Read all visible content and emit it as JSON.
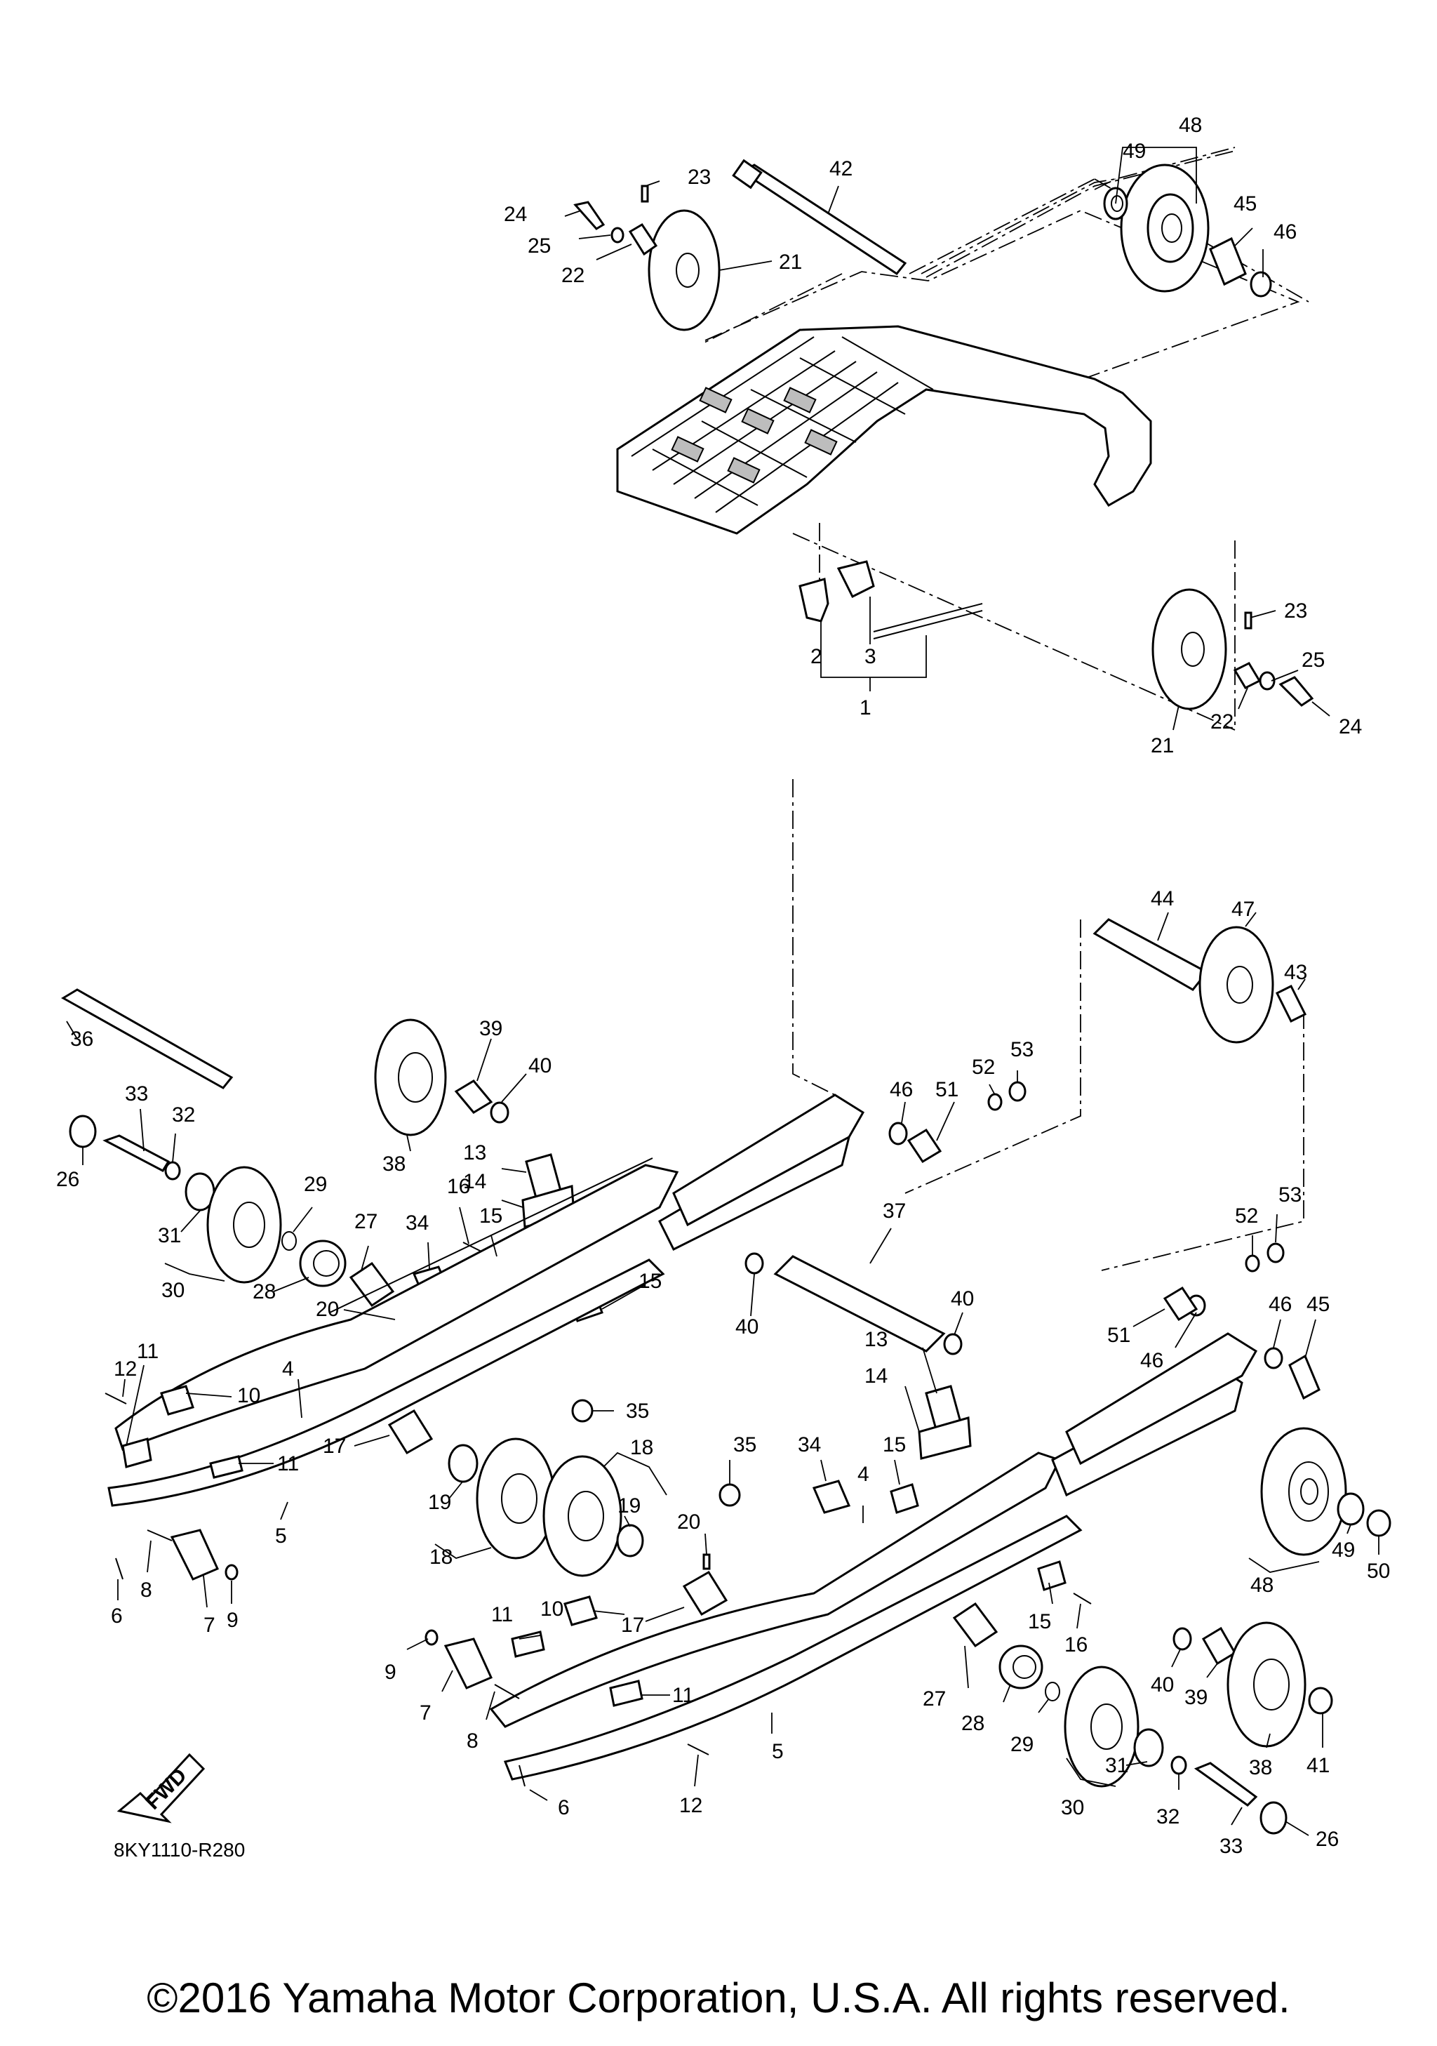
{
  "diagram": {
    "drawing_code": "8KY1110-R280",
    "copyright": "©2016 Yamaha Motor Corporation, U.S.A. All rights reserved.",
    "fwd_arrow_label": "FWD",
    "callouts": [
      {
        "id": "c48a",
        "text": "48"
      },
      {
        "id": "c49a",
        "text": "49"
      },
      {
        "id": "c45a",
        "text": "45"
      },
      {
        "id": "c46a",
        "text": "46"
      },
      {
        "id": "c42",
        "text": "42"
      },
      {
        "id": "c23a",
        "text": "23"
      },
      {
        "id": "c24a",
        "text": "24"
      },
      {
        "id": "c25a",
        "text": "25"
      },
      {
        "id": "c22a",
        "text": "22"
      },
      {
        "id": "c21a",
        "text": "21"
      },
      {
        "id": "c2",
        "text": "2"
      },
      {
        "id": "c3",
        "text": "3"
      },
      {
        "id": "c1",
        "text": "1"
      },
      {
        "id": "c23b",
        "text": "23"
      },
      {
        "id": "c25b",
        "text": "25"
      },
      {
        "id": "c24b",
        "text": "24"
      },
      {
        "id": "c22b",
        "text": "22"
      },
      {
        "id": "c21b",
        "text": "21"
      },
      {
        "id": "c44",
        "text": "44"
      },
      {
        "id": "c47",
        "text": "47"
      },
      {
        "id": "c43",
        "text": "43"
      },
      {
        "id": "c36",
        "text": "36"
      },
      {
        "id": "c39a",
        "text": "39"
      },
      {
        "id": "c40a",
        "text": "40"
      },
      {
        "id": "c38a",
        "text": "38"
      },
      {
        "id": "c46b",
        "text": "46"
      },
      {
        "id": "c51a",
        "text": "51"
      },
      {
        "id": "c52a",
        "text": "52"
      },
      {
        "id": "c53a",
        "text": "53"
      },
      {
        "id": "c33a",
        "text": "33"
      },
      {
        "id": "c32a",
        "text": "32"
      },
      {
        "id": "c26a",
        "text": "26"
      },
      {
        "id": "c31a",
        "text": "31"
      },
      {
        "id": "c30a",
        "text": "30"
      },
      {
        "id": "c29a",
        "text": "29"
      },
      {
        "id": "c28a",
        "text": "28"
      },
      {
        "id": "c27a",
        "text": "27"
      },
      {
        "id": "c13a",
        "text": "13"
      },
      {
        "id": "c14a",
        "text": "14"
      },
      {
        "id": "c16a",
        "text": "16"
      },
      {
        "id": "c15a",
        "text": "15"
      },
      {
        "id": "c34a",
        "text": "34"
      },
      {
        "id": "c15b",
        "text": "15"
      },
      {
        "id": "c20a",
        "text": "20"
      },
      {
        "id": "c37",
        "text": "37"
      },
      {
        "id": "c40b",
        "text": "40"
      },
      {
        "id": "c40c",
        "text": "40"
      },
      {
        "id": "c52b",
        "text": "52"
      },
      {
        "id": "c53b",
        "text": "53"
      },
      {
        "id": "c51b",
        "text": "51"
      },
      {
        "id": "c46c",
        "text": "46"
      },
      {
        "id": "c46d",
        "text": "46"
      },
      {
        "id": "c45b",
        "text": "45"
      },
      {
        "id": "c12a",
        "text": "12"
      },
      {
        "id": "c11a",
        "text": "11"
      },
      {
        "id": "c10a",
        "text": "10"
      },
      {
        "id": "c4a",
        "text": "4"
      },
      {
        "id": "c35a",
        "text": "35"
      },
      {
        "id": "c17a",
        "text": "17"
      },
      {
        "id": "c11b",
        "text": "11"
      },
      {
        "id": "c5a",
        "text": "5"
      },
      {
        "id": "c13b",
        "text": "13"
      },
      {
        "id": "c14b",
        "text": "14"
      },
      {
        "id": "c19a",
        "text": "19"
      },
      {
        "id": "c18a",
        "text": "18"
      },
      {
        "id": "c18b",
        "text": "18"
      },
      {
        "id": "c19b",
        "text": "19"
      },
      {
        "id": "c35b",
        "text": "35"
      },
      {
        "id": "c34b",
        "text": "34"
      },
      {
        "id": "c15c",
        "text": "15"
      },
      {
        "id": "c4b",
        "text": "4"
      },
      {
        "id": "c20b",
        "text": "20"
      },
      {
        "id": "c48b",
        "text": "48"
      },
      {
        "id": "c49b",
        "text": "49"
      },
      {
        "id": "c50",
        "text": "50"
      },
      {
        "id": "c6a",
        "text": "6"
      },
      {
        "id": "c8a",
        "text": "8"
      },
      {
        "id": "c7a",
        "text": "7"
      },
      {
        "id": "c9a",
        "text": "9"
      },
      {
        "id": "c17b",
        "text": "17"
      },
      {
        "id": "c11c",
        "text": "11"
      },
      {
        "id": "c10b",
        "text": "10"
      },
      {
        "id": "c15d",
        "text": "15"
      },
      {
        "id": "c16b",
        "text": "16"
      },
      {
        "id": "c9b",
        "text": "9"
      },
      {
        "id": "c7b",
        "text": "7"
      },
      {
        "id": "c8b",
        "text": "8"
      },
      {
        "id": "c11d",
        "text": "11"
      },
      {
        "id": "c27b",
        "text": "27"
      },
      {
        "id": "c28b",
        "text": "28"
      },
      {
        "id": "c29b",
        "text": "29"
      },
      {
        "id": "c40d",
        "text": "40"
      },
      {
        "id": "c39b",
        "text": "39"
      },
      {
        "id": "c38b",
        "text": "38"
      },
      {
        "id": "c41",
        "text": "41"
      },
      {
        "id": "c5b",
        "text": "5"
      },
      {
        "id": "c6b",
        "text": "6"
      },
      {
        "id": "c12b",
        "text": "12"
      },
      {
        "id": "c30b",
        "text": "30"
      },
      {
        "id": "c31b",
        "text": "31"
      },
      {
        "id": "c32b",
        "text": "32"
      },
      {
        "id": "c33b",
        "text": "33"
      },
      {
        "id": "c26b",
        "text": "26"
      }
    ]
  }
}
